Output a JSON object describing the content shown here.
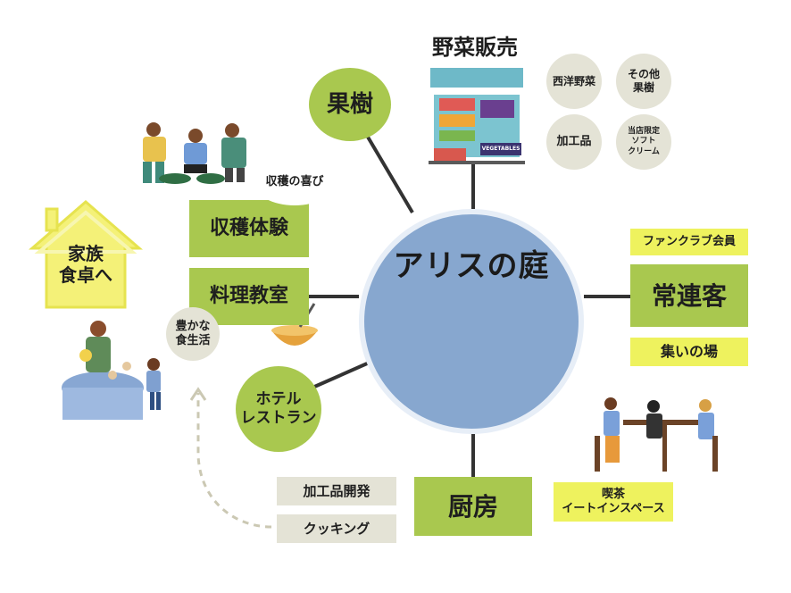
{
  "center": {
    "title": "アリスの庭"
  },
  "top_heading": "野菜販売",
  "nodes": {
    "fruit_trees": "果樹",
    "harvest_experience": "収穫体験",
    "harvest_joy": "収穫の喜び",
    "family": "家族\n食卓へ",
    "cooking_class": "料理教室",
    "rich_food_life": "豊かな\n食生活",
    "hotel_restaurant": "ホテル\nレストラン",
    "kitchen": "厨房",
    "processed_dev": "加工品開発",
    "cooking": "クッキング",
    "regulars": "常連客",
    "fan_club": "ファンクラブ会員",
    "gathering": "集いの場",
    "cafe": "喫茶\nイートインスペース",
    "western_veg": "西洋野菜",
    "other_fruit": "その他\n果樹",
    "processed": "加工品",
    "soft_cream": "当店限定\nソフト\nクリーム"
  },
  "stall_sign": "VEGETABLES",
  "colors": {
    "green": "#a9c84f",
    "yellow": "#eef25e",
    "grey": "#e4e3d6",
    "hub": "#87a7cf",
    "line": "#333333"
  }
}
